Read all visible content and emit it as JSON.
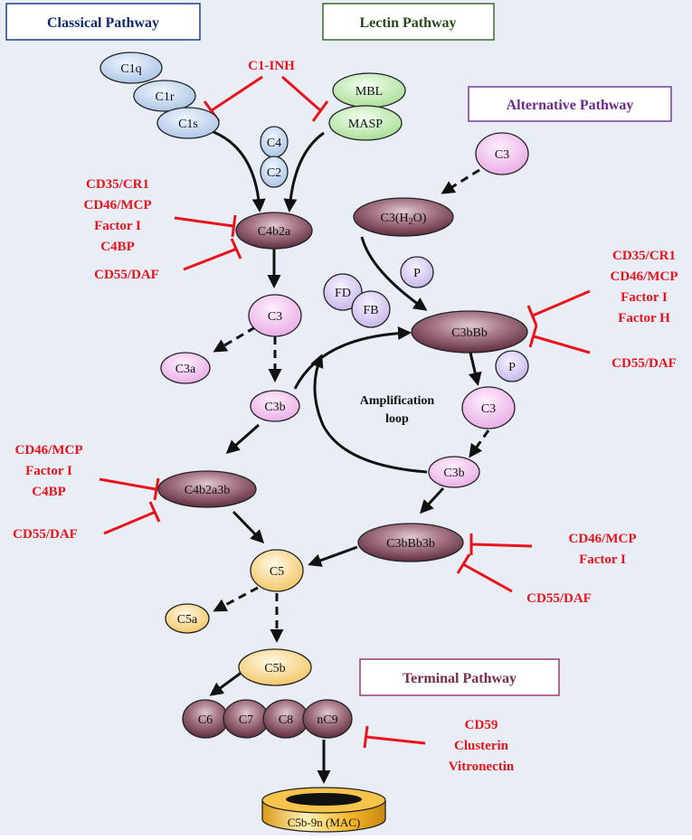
{
  "pathways": {
    "classical": "Classical Pathway",
    "lectin": "Lectin Pathway",
    "alternative": "Alternative Pathway",
    "terminal": "Terminal Pathway"
  },
  "nodes": {
    "c1q": "C1q",
    "c1r": "C1r",
    "c1s": "C1s",
    "mbl": "MBL",
    "masp": "MASP",
    "c4": "C4",
    "c2": "C2",
    "c4b2a": "C4b2a",
    "c3_classical": "C3",
    "c3a": "C3a",
    "c3b_classical": "C3b",
    "c4b2a3b": "C4b2a3b",
    "c3_alt": "C3",
    "c3h2o_prefix": "C3(H",
    "c3h2o_sub": "2",
    "c3h2o_suffix": "O)",
    "p1": "P",
    "fd": "FD",
    "fb": "FB",
    "c3bbb": "C3bBb",
    "p2": "P",
    "c3_amp": "C3",
    "c3b_amp": "C3b",
    "c3bbb3b": "C3bBb3b",
    "c5": "C5",
    "c5a": "C5a",
    "c5b": "C5b",
    "c6": "C6",
    "c7": "C7",
    "c8": "C8",
    "nc9": "nC9",
    "mac": "C5b-9n  (MAC)"
  },
  "inhibitors": {
    "c1inh": "C1-INH",
    "c4b2a_group": [
      "CD35/CR1",
      "CD46/MCP",
      "Factor I",
      "C4BP"
    ],
    "c4b2a_daf": "CD55/DAF",
    "c3bbb_group": [
      "CD35/CR1",
      "CD46/MCP",
      "Factor  I",
      "Factor H"
    ],
    "c3bbb_daf": "CD55/DAF",
    "c4b2a3b_group": [
      "CD46/MCP",
      "Factor I",
      "C4BP"
    ],
    "c4b2a3b_daf": "CD55/DAF",
    "c3bbb3b_group": [
      "CD46/MCP",
      "Factor I"
    ],
    "c3bbb3b_daf": "CD55/DAF",
    "mac_group": [
      "CD59",
      "Clusterin",
      "Vitronectin"
    ]
  },
  "loop_label": [
    "Amplification",
    "loop"
  ],
  "colors": {
    "background": "#e9edf5",
    "classical_border": "#1f3f8a",
    "classical_text": "#102a6e",
    "lectin_border": "#3a6b2a",
    "lectin_text": "#244a16",
    "alternative_border": "#7a3aa0",
    "alternative_text": "#6a2a8e",
    "terminal_border": "#a03a6a",
    "terminal_text": "#7a2a4e",
    "inhibitor": "#e8141c",
    "maroon_node": "#9a6a7a",
    "pink_node": "#f2c8f0",
    "blue_node": "#c6d8ee",
    "green_node": "#c8ecb8",
    "lavender_node": "#dccff5",
    "yellow_node": "#f8d890",
    "mac_gold": "#f6b92c"
  }
}
